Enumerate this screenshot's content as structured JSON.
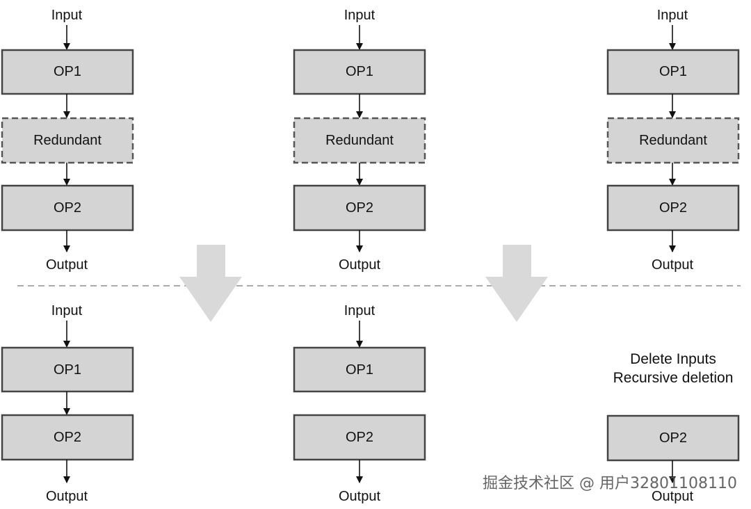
{
  "labels": {
    "input": "Input",
    "output": "Output",
    "op1": "OP1",
    "op2": "OP2",
    "redundant": "Redundant"
  },
  "note": {
    "line1": "Delete Inputs",
    "line2": "Recursive deletion"
  },
  "watermark": "掘金技术社区 @ 用户3280110811​0",
  "colors": {
    "node_fill": "#d4d4d4",
    "node_stroke": "#444444",
    "transform_arrow": "#d9d9d9",
    "divider": "#aaaaaa"
  }
}
